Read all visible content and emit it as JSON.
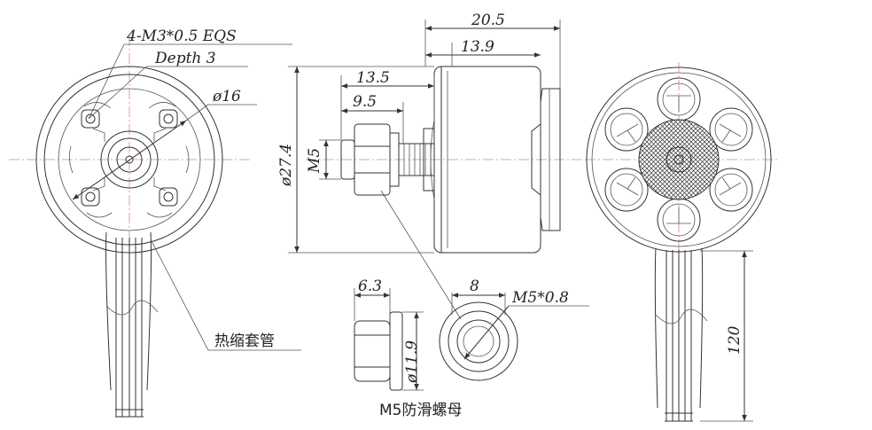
{
  "left_view": {
    "thread_note_line1": "4-M3*0.5 EQS",
    "thread_note_line2": "Depth 3",
    "diameter_label": "ø16",
    "sleeve_label": "热缩套管"
  },
  "side_view": {
    "overall_length": "20.5",
    "body_length": "13.9",
    "shaft_length": "13.5",
    "thread_length": "9.5",
    "thread_size": "M5",
    "diameter_label": "ø27.4"
  },
  "nut_detail": {
    "width_label": "6.3",
    "diameter_label": "ø11.9",
    "hex_label": "8",
    "thread_label": "M5*0.8",
    "caption": "M5防滑螺母"
  },
  "right_view": {
    "wire_length": "120"
  },
  "colors": {
    "line": "#333333",
    "center_line": "#dd8888",
    "background": "#ffffff"
  }
}
